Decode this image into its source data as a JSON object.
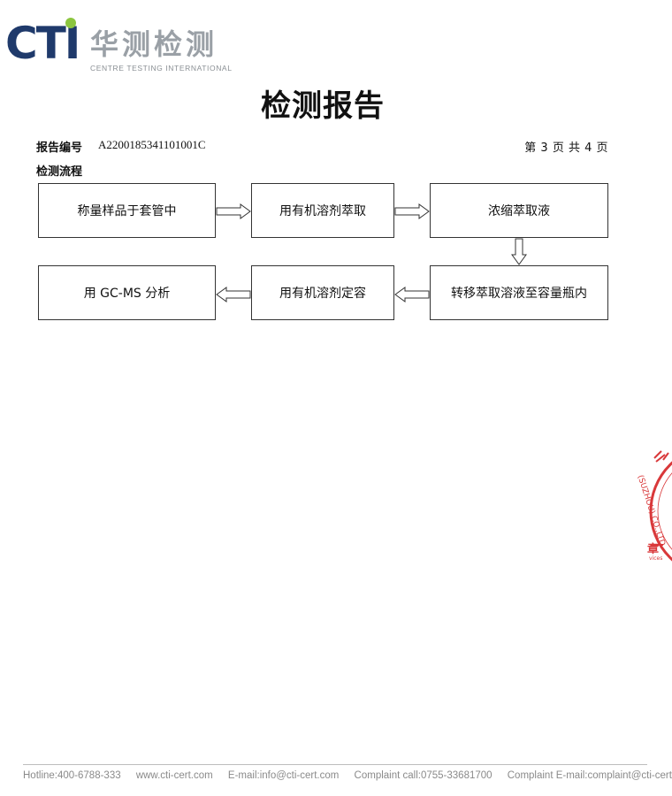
{
  "logo": {
    "brand": "CTI",
    "cn_name": "华测检测",
    "en_name": "CENTRE TESTING INTERNATIONAL",
    "colors": {
      "brand_blue": "#1f3a6b",
      "accent_green": "#8cc63f",
      "grey": "#9aa0a6"
    }
  },
  "title": "检测报告",
  "meta": {
    "report_label": "报告编号",
    "report_number": "A2200185341101001C",
    "page_info": "第 3 页   共 4 页"
  },
  "section_title": "检测流程",
  "flow": {
    "steps": [
      "称量样品于套管中",
      "用有机溶剂萃取",
      "浓缩萃取液",
      "转移萃取溶液至容量瓶内",
      "用有机溶剂定容",
      "用 GC-MS 分析"
    ]
  },
  "stamp": {
    "color": "#d9383a",
    "text_visible": "章",
    "partial_en": "(SUZHOU) CO.,LTD.",
    "partial_small": "vices"
  },
  "footer": {
    "hotline": "Hotline:400-6788-333",
    "website": "www.cti-cert.com",
    "email": "E-mail:info@cti-cert.com",
    "complaint_call": "Complaint call:0755-33681700",
    "complaint_email": "Complaint E-mail:complaint@cti-cert.com"
  }
}
